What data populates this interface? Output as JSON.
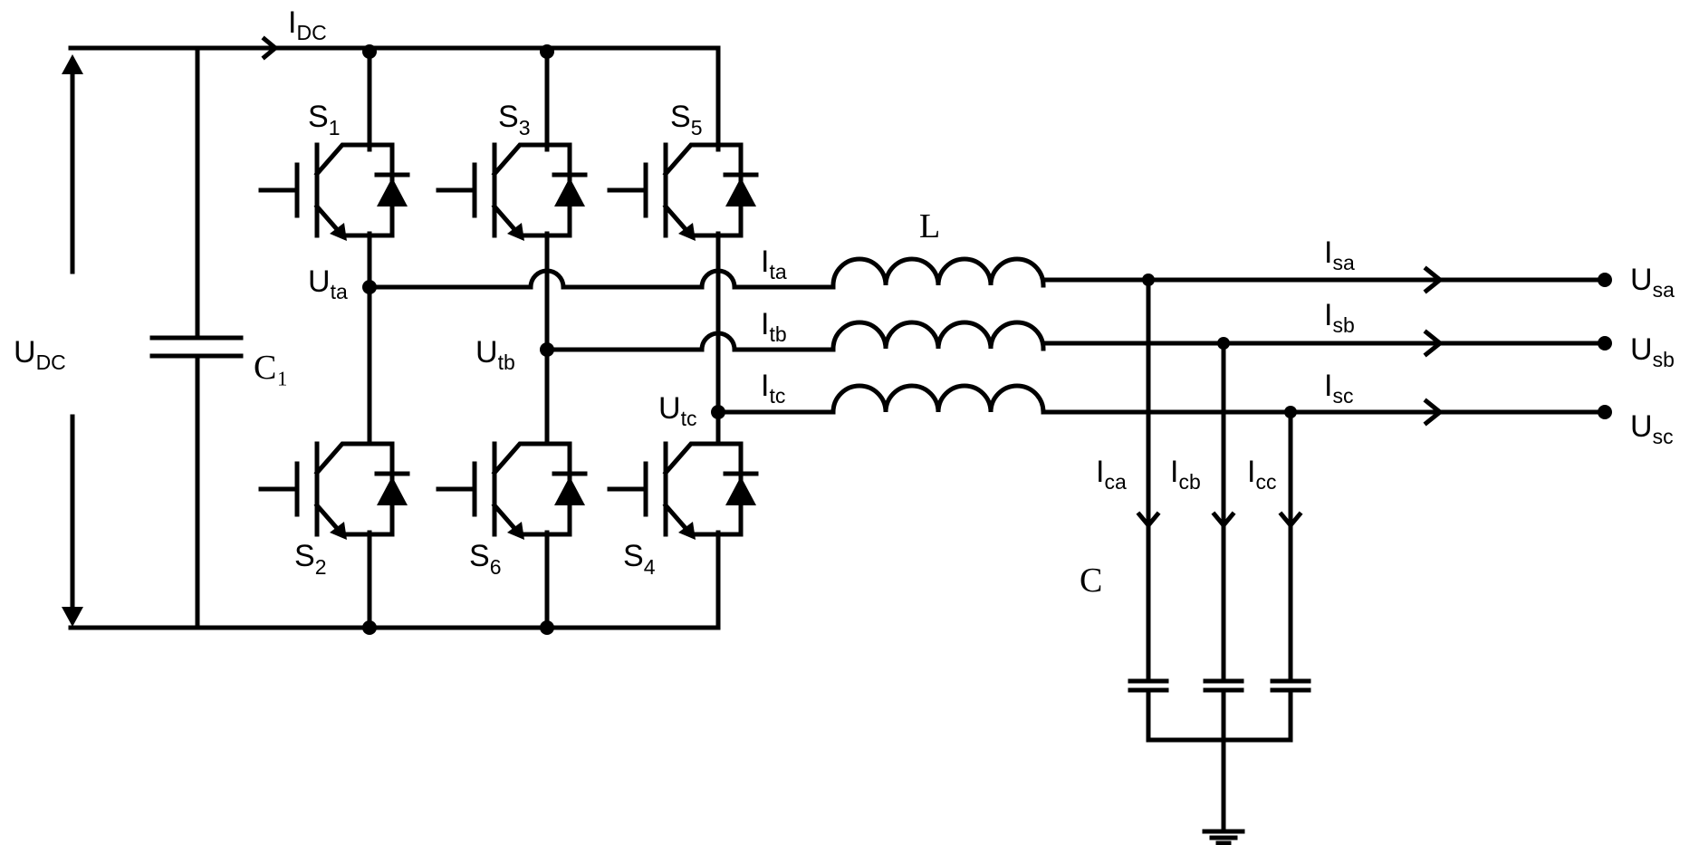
{
  "labels": {
    "idc": {
      "main": "I",
      "sub": "DC"
    },
    "udc": {
      "main": "U",
      "sub": "DC"
    },
    "c1": "C₁",
    "s1": {
      "main": "S",
      "sub": "1"
    },
    "s3": {
      "main": "S",
      "sub": "3"
    },
    "s5": {
      "main": "S",
      "sub": "5"
    },
    "s2": {
      "main": "S",
      "sub": "2"
    },
    "s6": {
      "main": "S",
      "sub": "6"
    },
    "s4": {
      "main": "S",
      "sub": "4"
    },
    "uta": {
      "main": "U",
      "sub": "ta"
    },
    "utb": {
      "main": "U",
      "sub": "tb"
    },
    "utc": {
      "main": "U",
      "sub": "tc"
    },
    "ita": {
      "main": "I",
      "sub": "ta"
    },
    "itb": {
      "main": "I",
      "sub": "tb"
    },
    "itc": {
      "main": "I",
      "sub": "tc"
    },
    "l": "L",
    "isa": {
      "main": "I",
      "sub": "sa"
    },
    "isb": {
      "main": "I",
      "sub": "sb"
    },
    "isc": {
      "main": "I",
      "sub": "sc"
    },
    "usa": {
      "main": "U",
      "sub": "sa"
    },
    "usb": {
      "main": "U",
      "sub": "sb"
    },
    "usc": {
      "main": "U",
      "sub": "sc"
    },
    "ica": {
      "main": "I",
      "sub": "ca"
    },
    "icb": {
      "main": "I",
      "sub": "cb"
    },
    "icc": {
      "main": "I",
      "sub": "cc"
    },
    "c": "C"
  }
}
